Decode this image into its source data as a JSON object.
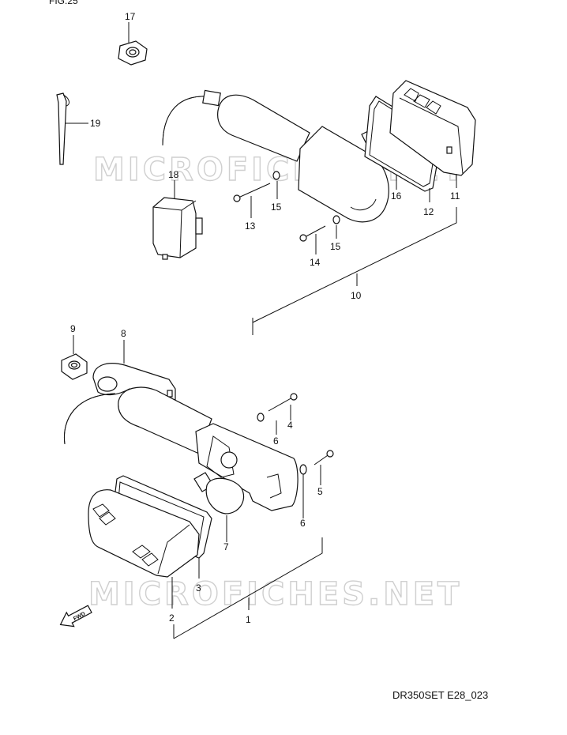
{
  "header": {
    "figure_label": "FIG.25"
  },
  "watermark": {
    "text": "MICROFICHES.NET"
  },
  "footer": {
    "diagram_code": "DR350SET E28_023"
  },
  "callouts": {
    "c1": "1",
    "c2": "2",
    "c3": "3",
    "c4": "4",
    "c5": "5",
    "c6a": "6",
    "c6b": "6",
    "c7": "7",
    "c8": "8",
    "c9": "9",
    "c10": "10",
    "c11": "11",
    "c12": "12",
    "c13": "13",
    "c14": "14",
    "c15a": "15",
    "c15b": "15",
    "c16": "16",
    "c17": "17",
    "c18": "18",
    "c19": "19"
  },
  "fwd": {
    "text": "FWD"
  }
}
